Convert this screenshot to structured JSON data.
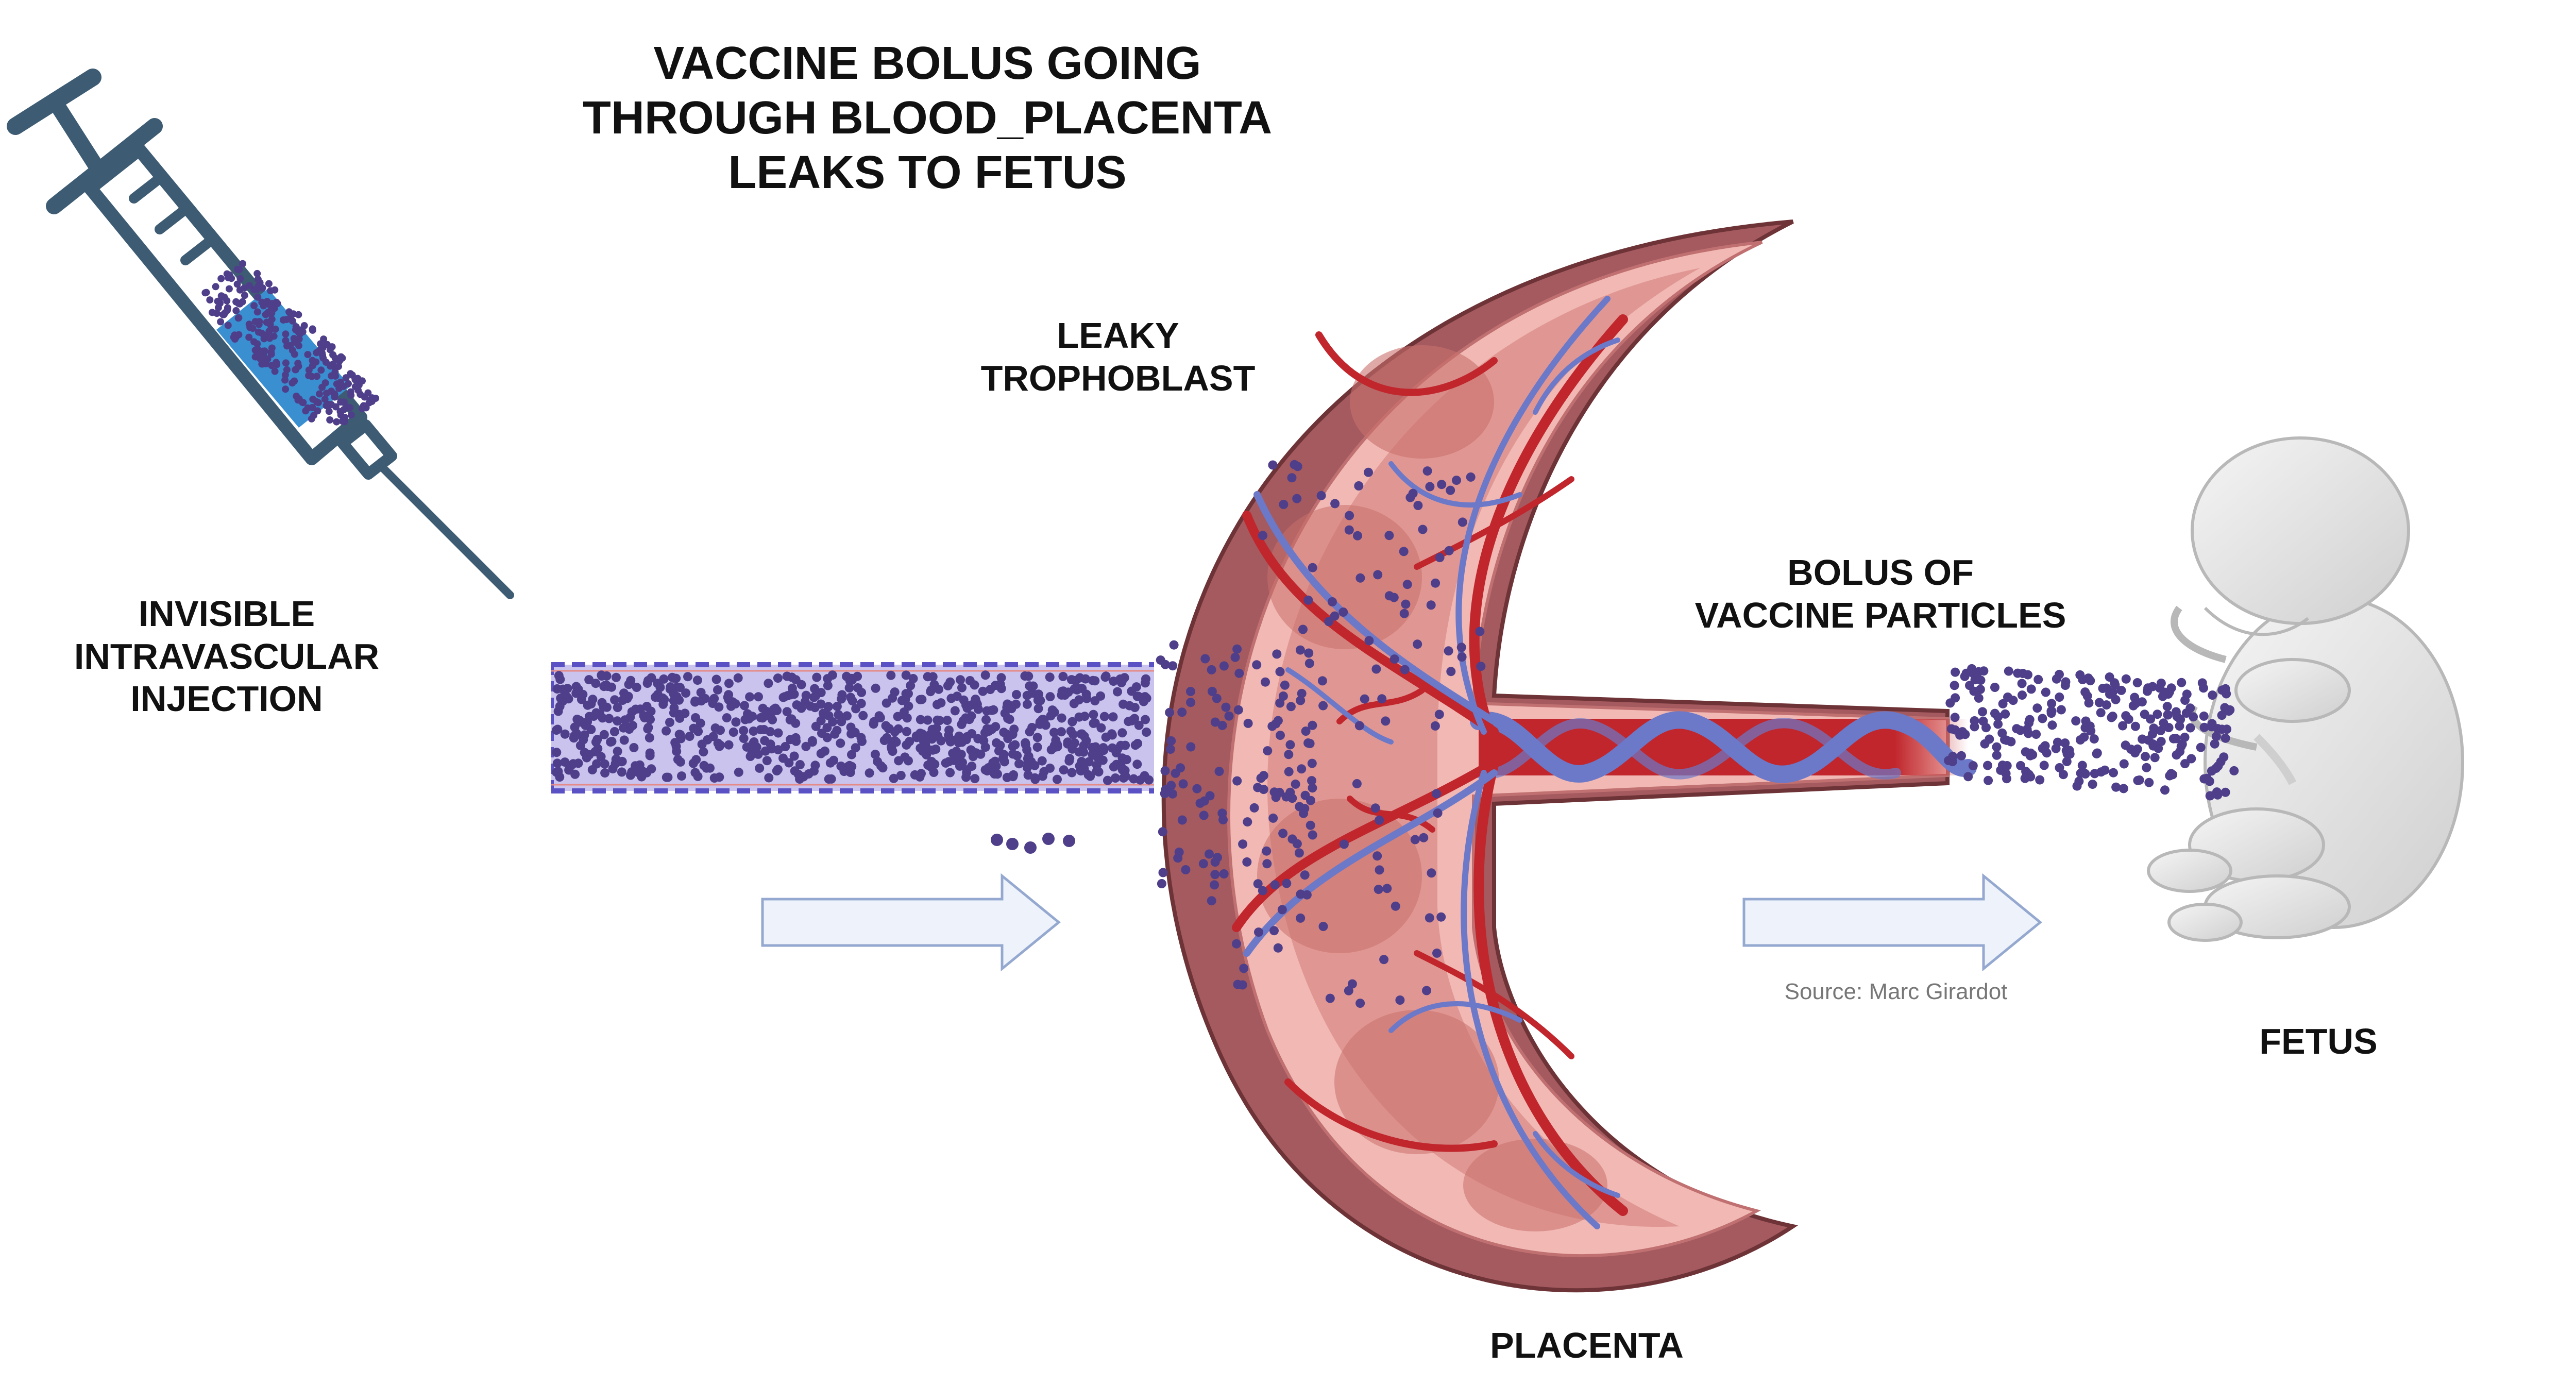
{
  "title": {
    "line1": "VACCINE BOLUS GOING",
    "line2": "THROUGH BLOOD_PLACENTA",
    "line3": "LEAKS TO FETUS"
  },
  "labels": {
    "injection": [
      "INVISIBLE",
      "INTRAVASCULAR",
      "INJECTION"
    ],
    "trophoblast": [
      "LEAKY",
      "TROPHOBLAST"
    ],
    "bolus": [
      "BOLUS OF",
      "VACCINE PARTICLES"
    ],
    "fetus": "FETUS",
    "placenta": "PLACENTA"
  },
  "source": "Source: Marc Girardot",
  "colors": {
    "syringe": "#3d5c73",
    "particle": "#4f3f8a",
    "vessel_fill": "#c9c3ee",
    "vessel_dash": "#5a52c4",
    "arrow_fill": "#eef3fb",
    "arrow_stroke": "#94a8d0",
    "placenta_outer": "#a45a5f",
    "placenta_tissue": "#f1b8b4",
    "artery": "#c0262c",
    "vein": "#6c78c8",
    "fetus": "#e4e4e4"
  }
}
